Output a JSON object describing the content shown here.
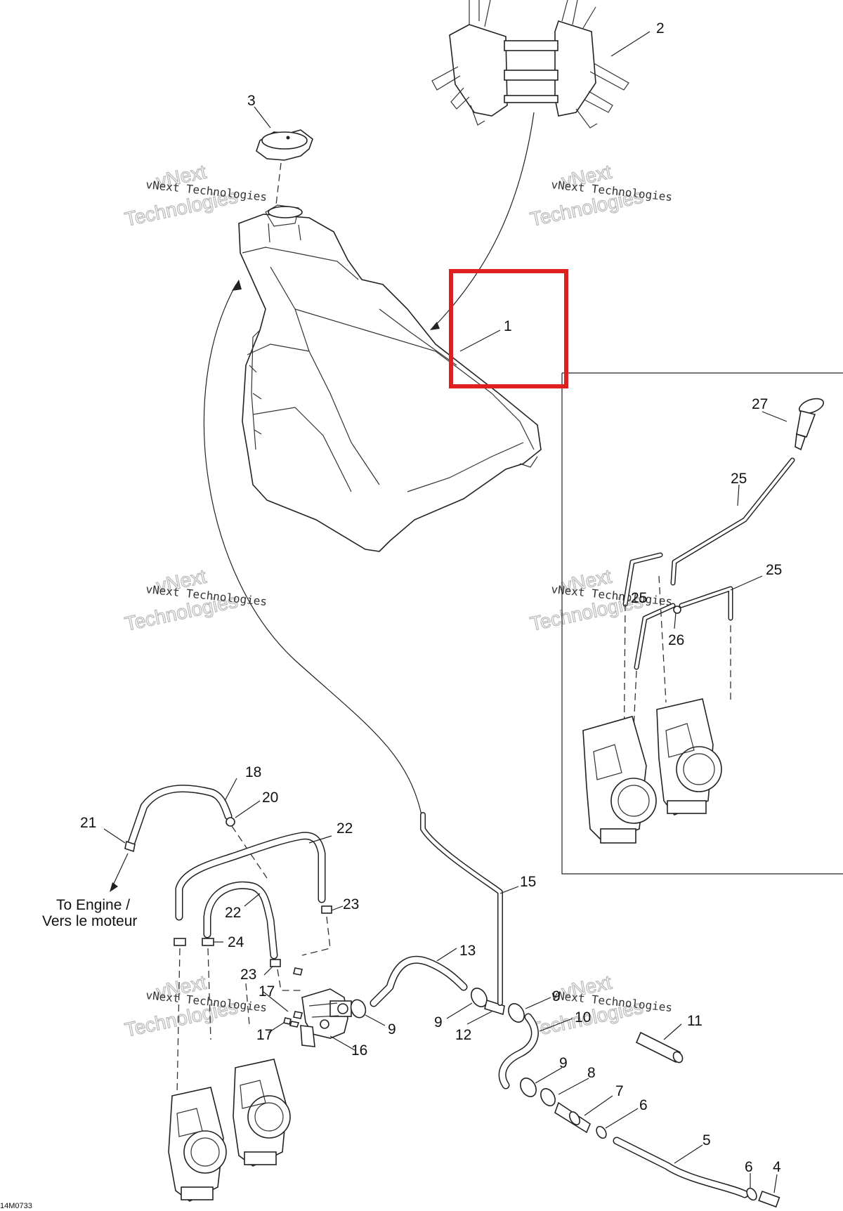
{
  "diagram": {
    "code": "14M0733",
    "watermark_line1": "vNext Technologies",
    "watermark_line2": "vNext",
    "watermark_line3": "Technologies",
    "to_engine_line1": "To Engine /",
    "to_engine_line2": "Vers le moteur",
    "highlight_color": "#e02020",
    "callouts": {
      "c1": "1",
      "c2": "2",
      "c3": "3",
      "c4": "4",
      "c5": "5",
      "c6a": "6",
      "c6b": "6",
      "c7": "7",
      "c8": "8",
      "c9a": "9",
      "c9b": "9",
      "c9c": "9",
      "c9d": "9",
      "c10": "10",
      "c11": "11",
      "c12": "12",
      "c13": "13",
      "c15": "15",
      "c16": "16",
      "c17a": "17",
      "c17b": "17",
      "c18": "18",
      "c20": "20",
      "c21": "21",
      "c22a": "22",
      "c22b": "22",
      "c23a": "23",
      "c23b": "23",
      "c24": "24",
      "c25a": "25",
      "c25b": "25",
      "c25c": "25",
      "c26": "26",
      "c27": "27"
    }
  }
}
